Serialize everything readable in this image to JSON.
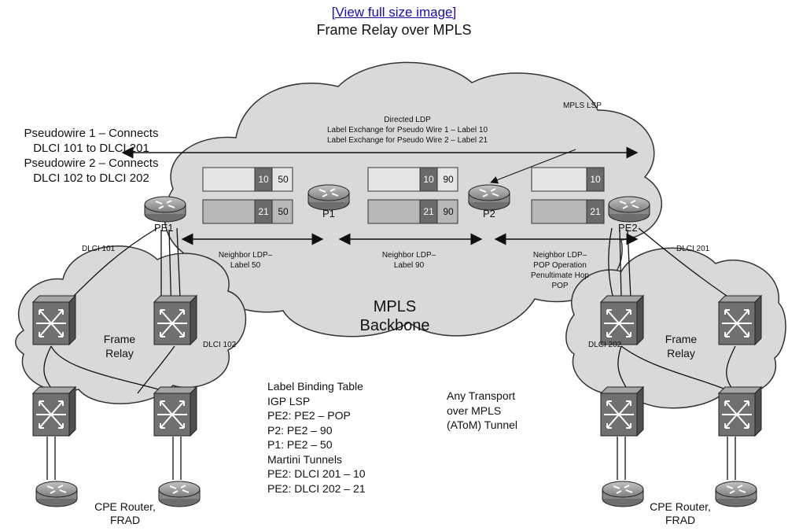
{
  "header": {
    "link_text": "[View full size image]",
    "title": "Frame Relay over MPLS"
  },
  "notes": {
    "pseudowire1_line1": "Pseudowire 1 – Connects",
    "pseudowire1_line2": "DLCI 101 to DLCI 201",
    "pseudowire2_line1": "Pseudowire 2 – Connects",
    "pseudowire2_line2": "DLCI 102 to DLCI 202",
    "directed_ldp_line1": "Directed LDP",
    "directed_ldp_line2": "Label Exchange for Pseudo Wire 1 – Label 10",
    "directed_ldp_line3": "Label Exchange for Pseudo Wire 2 – Label 21",
    "mpls_lsp": "MPLS LSP",
    "neighbor1_line1": "Neighbor LDP–",
    "neighbor1_line2": "Label 50",
    "neighbor2_line1": "Neighbor LDP–",
    "neighbor2_line2": "Label 90",
    "neighbor3_line1": "Neighbor LDP–",
    "neighbor3_line2": "POP Operation",
    "neighbor3_line3": "Penultimate Hop",
    "neighbor3_line4": "POP",
    "backbone_line1": "MPLS",
    "backbone_line2": "Backbone",
    "fr_left_line1": "Frame",
    "fr_left_line2": "Relay",
    "fr_right_line1": "Frame",
    "fr_right_line2": "Relay",
    "dlci101": "DLCI 101",
    "dlci102": "DLCI 102",
    "dlci201": "DLCI 201",
    "dlci202": "DLCI 202",
    "binding": [
      "Label Binding Table",
      "IGP LSP",
      "PE2: PE2 – POP",
      "P2: PE2 – 90",
      "P1: PE2 – 50",
      "Martini Tunnels",
      "PE2: DLCI 201 – 10",
      "PE2: DLCI 202 – 21"
    ],
    "atom_line1": "Any Transport",
    "atom_line2": "over MPLS",
    "atom_line3": "(AToM) Tunnel",
    "cpe_left_line1": "CPE Router,",
    "cpe_left_line2": "FRAD",
    "cpe_right_line1": "CPE Router,",
    "cpe_right_line2": "FRAD"
  },
  "routers": {
    "pe1": "PE1",
    "p1": "P1",
    "p2": "P2",
    "pe2": "PE2"
  },
  "labels": {
    "pe1_top_vc": "10",
    "pe1_top_tunnel": "50",
    "pe1_bot_vc": "21",
    "pe1_bot_tunnel": "50",
    "p1_top_vc": "10",
    "p1_top_tunnel": "90",
    "p1_bot_vc": "21",
    "p1_bot_tunnel": "90",
    "p2_top_vc": "10",
    "p2_bot_vc": "21"
  },
  "colors": {
    "cloud_fill": "#d9d9d9",
    "cloud_stroke": "#333333",
    "router_fill": "#9a9a9a",
    "switch_fill": "#6f6f6f",
    "packet_light": "#e6e6e6",
    "packet_mid": "#b8b8b8",
    "label_dark": "#6a6a6a"
  }
}
